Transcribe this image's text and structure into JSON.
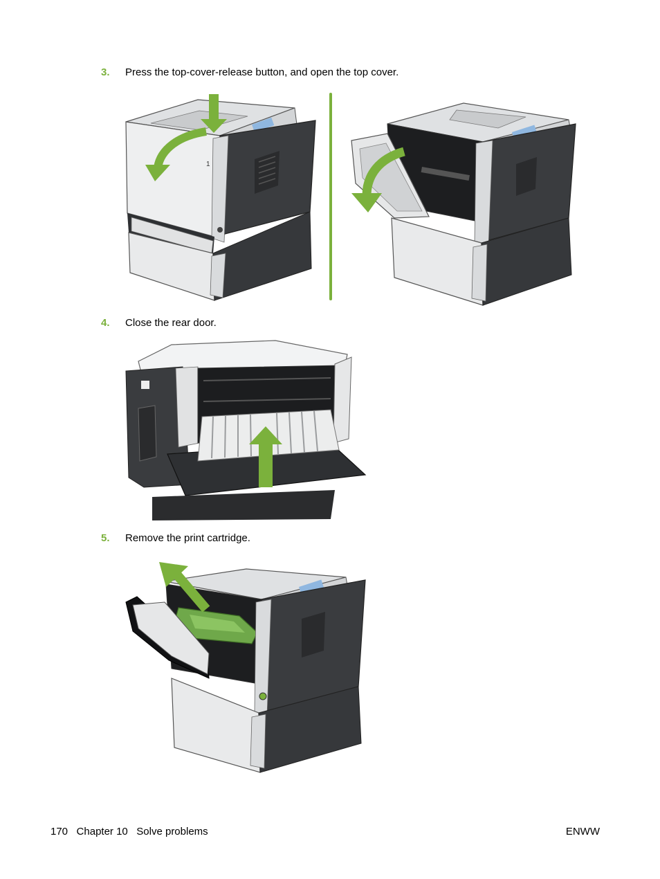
{
  "steps": [
    {
      "number": "3.",
      "text": "Press the top-cover-release button, and open the top cover."
    },
    {
      "number": "4.",
      "text": "Close the rear door."
    },
    {
      "number": "5.",
      "text": "Remove the print cartridge."
    }
  ],
  "figures": {
    "step3_left_tray_number": "1"
  },
  "colors": {
    "accent_green": "#7bb13c",
    "printer_light": "#e8e9ea",
    "printer_dark": "#2e3033",
    "display_blue": "#8fb7e0"
  },
  "footer": {
    "page_number": "170",
    "chapter": "Chapter 10",
    "section": "Solve problems",
    "right": "ENWW"
  }
}
